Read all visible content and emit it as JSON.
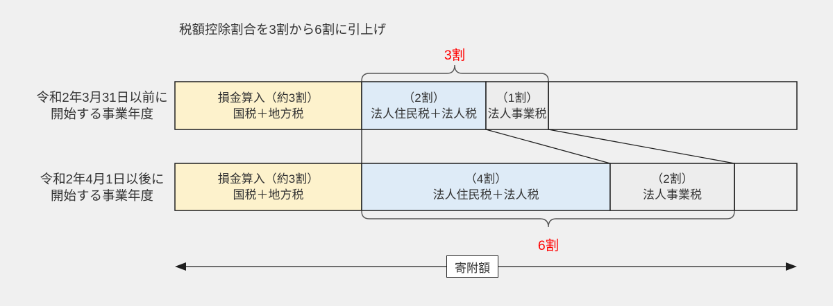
{
  "title": "税額控除割合を3割から6割に引上げ",
  "colors": {
    "background": "#f0f0f0",
    "segment_yellow": "#fdf2cc",
    "segment_blue": "#deebf7",
    "segment_gray": "#ededed",
    "accent_red": "#ff0000",
    "border": "#1f1f1f"
  },
  "braces": {
    "top_label": "3割",
    "bottom_label": "6割"
  },
  "rows": [
    {
      "label_line1": "令和2年3月31日以前に",
      "label_line2": "開始する事業年度",
      "segments": [
        {
          "line1": "損金算入（約3割）",
          "line2": "国税＋地方税",
          "ratio": "3割"
        },
        {
          "line1": "（2割）",
          "line2": "法人住民税＋法人税",
          "ratio": "2割"
        },
        {
          "line1": "（1割）",
          "line2": "法人事業税",
          "ratio": "1割"
        },
        {
          "line1": "",
          "line2": "",
          "ratio": "4割"
        }
      ]
    },
    {
      "label_line1": "令和2年4月1日以後に",
      "label_line2": "開始する事業年度",
      "segments": [
        {
          "line1": "損金算入（約3割）",
          "line2": "国税＋地方税",
          "ratio": "3割"
        },
        {
          "line1": "（4割）",
          "line2": "法人住民税＋法人税",
          "ratio": "4割"
        },
        {
          "line1": "（2割）",
          "line2": "法人事業税",
          "ratio": "2割"
        },
        {
          "line1": "",
          "line2": "",
          "ratio": "1割"
        }
      ]
    }
  ],
  "axis": {
    "label": "寄附額"
  }
}
